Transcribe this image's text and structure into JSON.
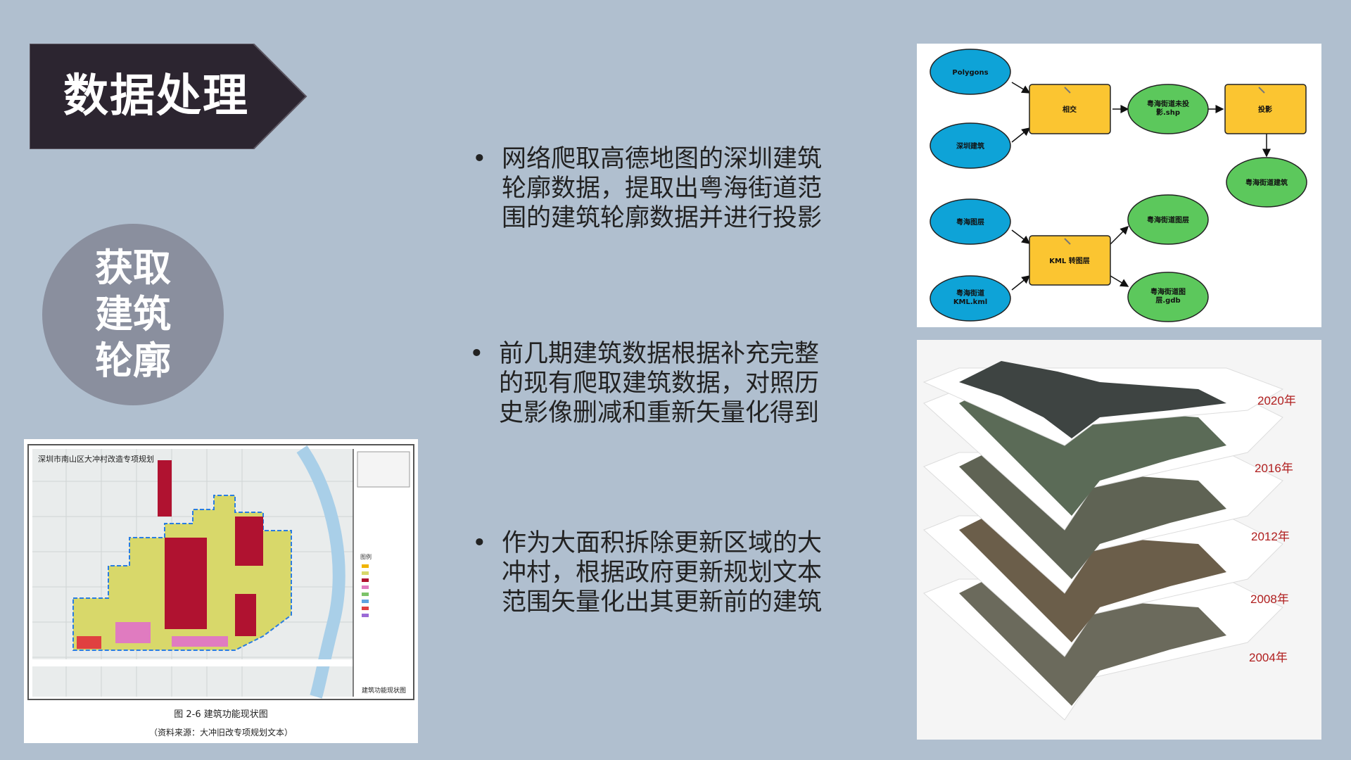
{
  "title": "数据处理",
  "circle_label": [
    "获取",
    "建筑",
    "轮廓"
  ],
  "bullets": [
    {
      "dot": "•",
      "lines": [
        "网络爬取高德地图的深圳建筑",
        "轮廓数据，提取出粤海街道范",
        "围的建筑轮廓数据并进行投影"
      ]
    },
    {
      "dot": "•",
      "lines": [
        "前几期建筑数据根据补充完整",
        "的现有爬取建筑数据，对照历",
        "史影像删减和重新矢量化得到"
      ]
    },
    {
      "dot": "•",
      "lines": [
        "作为大面积拆除更新区域的大",
        "冲村，根据政府更新规划文本",
        "范围矢量化出其更新前的建筑"
      ]
    }
  ],
  "map": {
    "title": "深圳市南山区大冲村改造专项规划",
    "figure_caption": "图 2-6  建筑功能现状图",
    "source_caption": "（资料来源：大冲旧改专项规划文本）",
    "legend_title": "图例",
    "sheet_name": "建筑功能现状图"
  },
  "flowchart": {
    "nodes": {
      "polygons": "Polygons",
      "sz_buildings": "深圳建筑",
      "intersect": "相交",
      "yh_unproj": [
        "粤海街道未投",
        "影.shp"
      ],
      "project": "投影",
      "yh_buildings": "粤海街道建筑",
      "yh_layer": "粤海图层",
      "yh_kml": [
        "粤海街道",
        "KML.kml"
      ],
      "kml_to_layer": "KML 转图层",
      "yh_street_layer": "粤海街道图层",
      "yh_gdb": [
        "粤海街道图",
        "层.gdb"
      ]
    }
  },
  "layers": {
    "years": [
      "2020年",
      "2016年",
      "2012年",
      "2008年",
      "2004年"
    ],
    "tints": [
      "#3e4442",
      "#5b6b57",
      "#5f6354",
      "#6b5e4a",
      "#6b6a5c"
    ]
  },
  "colors": {
    "background": "#b0bfcf",
    "banner": "#2c2530",
    "circle": "#8a8f9e",
    "ellipse_blue": "#0ea3d7",
    "ellipse_green": "#5cc85c",
    "rect_yellow": "#fbc531"
  }
}
